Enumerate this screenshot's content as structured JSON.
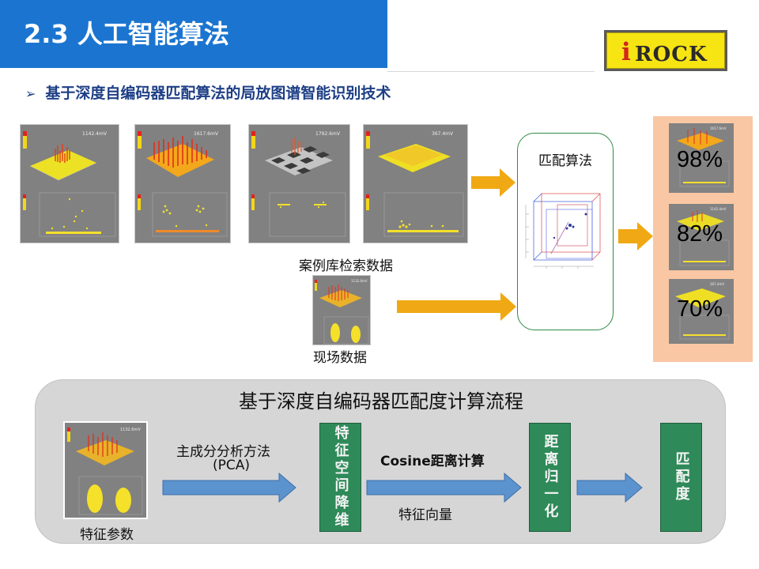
{
  "header": {
    "title": "2.3 人工智能算法"
  },
  "logo": {
    "i": "i",
    "rock": "ROCK"
  },
  "subtitle": {
    "bullet": "➢",
    "text": "基于深度自编码器匹配算法的局放图谱智能识别技术"
  },
  "cases": {
    "label": "案例库检索数据",
    "readings": [
      "1142.4mV",
      "1617.6mV",
      "1792.6mV",
      "367.4mV"
    ]
  },
  "field": {
    "label": "现场数据",
    "reading": "1132.6mV"
  },
  "match": {
    "label": "匹配算法"
  },
  "results": [
    {
      "percent": "98%",
      "reading": "1617.6mV"
    },
    {
      "percent": "82%",
      "reading": "1142.4mV"
    },
    {
      "percent": "70%",
      "reading": "367.4mV"
    }
  ],
  "process": {
    "title": "基于深度自编码器匹配度计算流程",
    "feature_label": "特征参数",
    "feature_reading": "1132.6mV",
    "pca_line1": "主成分分析方法",
    "pca_line2": "(PCA)",
    "box1": "特征空间降维",
    "cosine_label": "Cosine距离计算",
    "vector_label": "特征向量",
    "box2": "距离归一化",
    "box3": "匹配度"
  },
  "colors": {
    "title_bar": "#1b75d0",
    "subtitle": "#1e3f86",
    "arrow_orange": "#f0a914",
    "arrow_blue": "#5b93cf",
    "green_box": "#2e8a59",
    "result_panel": "#f9c7a4",
    "logo_yellow": "#f7e413",
    "logo_red": "#d3261d"
  },
  "icons": {
    "subtitle_bullet": "arrow-bullet-icon",
    "flow_arrows": "arrow-right-icon"
  }
}
